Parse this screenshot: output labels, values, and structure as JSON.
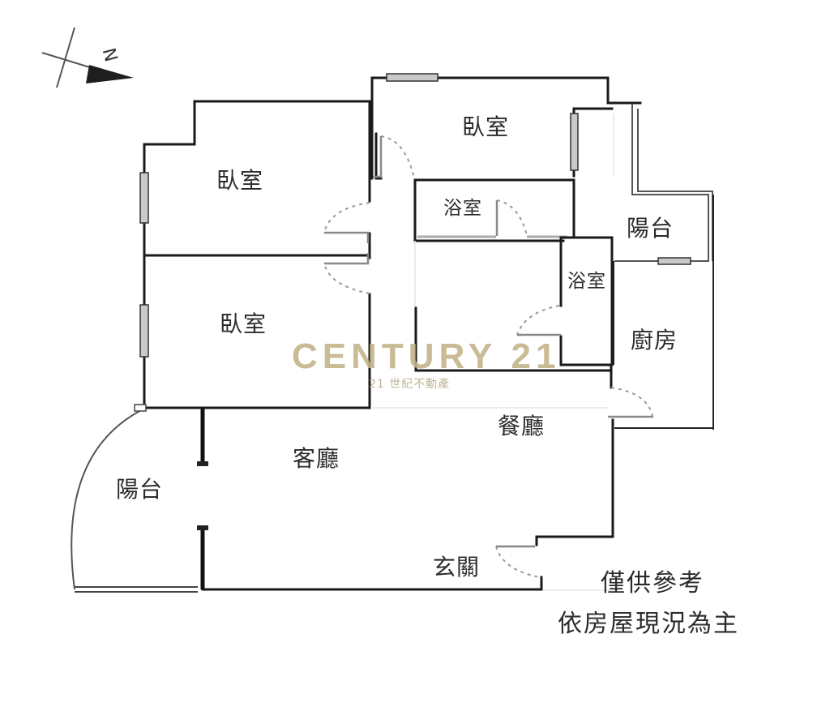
{
  "compass": {
    "north_label": "N",
    "icon": "north-arrow-icon"
  },
  "rooms": {
    "bedroom_top_left": "臥室",
    "bedroom_top_right": "臥室",
    "bedroom_mid_left": "臥室",
    "bathroom_upper": "浴室",
    "bathroom_lower": "浴室",
    "balcony_right": "陽台",
    "kitchen": "廚房",
    "dining": "餐廳",
    "living": "客廳",
    "balcony_left": "陽台",
    "entrance": "玄關"
  },
  "watermark": {
    "brand": "CENTURY 21",
    "subtitle": "21 世紀不動產",
    "color": "#c3b48b"
  },
  "disclaimer": {
    "line1": "僅供參考",
    "line2": "依房屋現況為主"
  },
  "colors": {
    "wall": "#1a1a1a",
    "window_fill": "#c9c9c9",
    "door_swing": "#999999",
    "background": "#ffffff"
  }
}
